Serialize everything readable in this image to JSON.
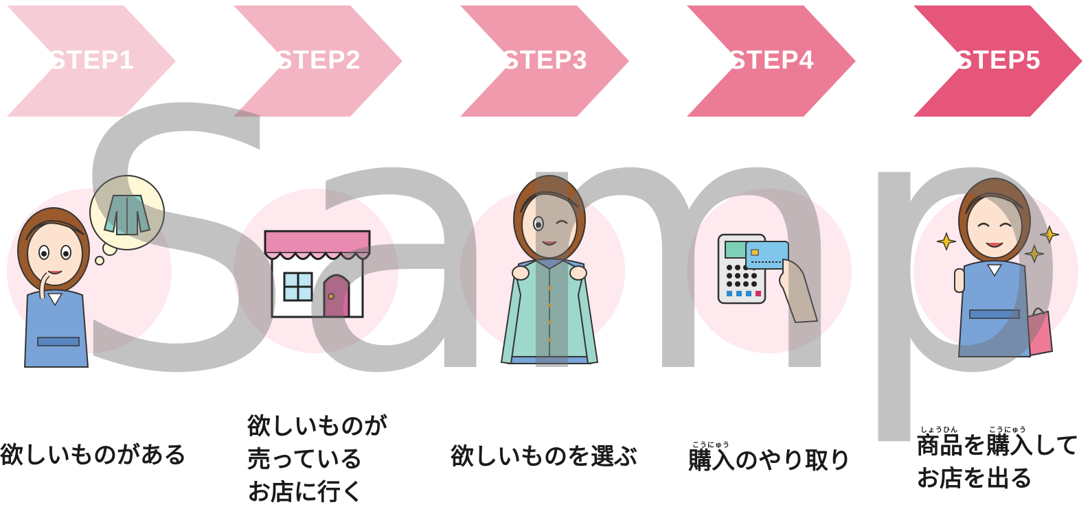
{
  "steps": [
    {
      "label": "STEP1",
      "color": "#f6cdd6",
      "caption": "欲しいものがある",
      "illustration": "thinking-woman-with-cardigan"
    },
    {
      "label": "STEP2",
      "color": "#f3b5c3",
      "caption": "欲しいものが\n売っている\nお店に行く",
      "illustration": "shop-building"
    },
    {
      "label": "STEP3",
      "color": "#f09aae",
      "caption": "欲しいものを選ぶ",
      "illustration": "woman-holding-cardigan"
    },
    {
      "label": "STEP4",
      "color": "#ec7c96",
      "caption": "購入のやり取り",
      "ruby": "こうにゅう",
      "illustration": "card-payment-terminal"
    },
    {
      "label": "STEP5",
      "color": "#e6567a",
      "caption": "商品を購入して\nお店を出る",
      "ruby1": "しょうひん",
      "ruby2": "こうにゅう",
      "illustration": "happy-woman-with-shopping-bag"
    }
  ],
  "watermark": "Sample",
  "colors": {
    "circle": "#fde9ee",
    "text": "#1a1a1a",
    "watermark": "#6e6e6e"
  }
}
